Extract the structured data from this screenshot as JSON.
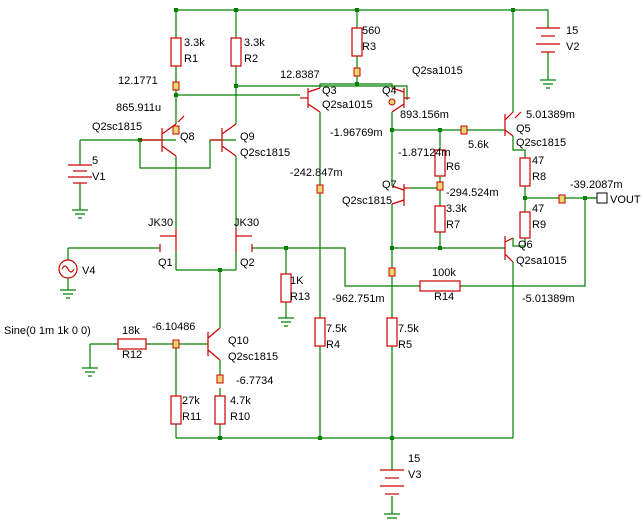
{
  "schematic": {
    "labels": {
      "r1_val": "3.3k",
      "r1_ref": "R1",
      "r2_val": "3.3k",
      "r2_ref": "R2",
      "r3_val": "560",
      "r3_ref": "R3",
      "v2_val": "15",
      "v2_ref": "V2",
      "node_r1": "12.1771",
      "node_q3": "12.8387",
      "q3_ref": "Q3",
      "q4_ref": "Q4",
      "q3_model": "Q2sa1015",
      "q4_model": "Q2sa1015",
      "node_q8": "865.911u",
      "q8_ref": "Q8",
      "q8_model": "Q2sc1815",
      "q9_ref": "Q9",
      "q9_model": "Q2sc1815",
      "v1_val": "5",
      "v1_ref": "V1",
      "node_q5b": "893.156m",
      "q5_ref": "Q5",
      "node_q5e": "5.01389m",
      "q5_model": "Q2sc1815",
      "node_q4c": "-1.96769m",
      "node_r6": "-1.87124m",
      "r6_ref": "R6",
      "r6_val": "5.6k",
      "node_q7": "-294.524m",
      "q7_ref": "Q7",
      "q7_model": "Q2sc1815",
      "node_q3e": "-242.847m",
      "r7_val": "3.3k",
      "r7_ref": "R7",
      "r8_val": "47",
      "r8_ref": "R8",
      "r9_val": "47",
      "r9_ref": "R9",
      "node_vout": "-39.2087m",
      "vout": "VOUT",
      "q1_type": "JK30",
      "q1_ref": "Q1",
      "q2_type": "JK30",
      "q2_ref": "Q2",
      "v4_ref": "V4",
      "r13_val": "1K",
      "r13_ref": "R13",
      "q6_ref": "Q6",
      "q6_model": "Q2sa1015",
      "r14_val": "100k",
      "r14_ref": "R14",
      "node_r5": "-962.751m",
      "node_q6": "-5.01389m",
      "sine": "Sine(0 1m 1k 0 0)",
      "r12_val": "18k",
      "r12_ref": "R12",
      "node_q10b": "-6.10486",
      "q10_ref": "Q10",
      "q10_model": "Q2sc1815",
      "node_q10e": "-6.7734",
      "r4_val": "7.5k",
      "r4_ref": "R4",
      "r5_val": "7.5k",
      "r5_ref": "R5",
      "r11_val": "27k",
      "r11_ref": "R11",
      "r10_val": "4.7k",
      "r10_ref": "R10",
      "v3_val": "15",
      "v3_ref": "V3"
    }
  }
}
